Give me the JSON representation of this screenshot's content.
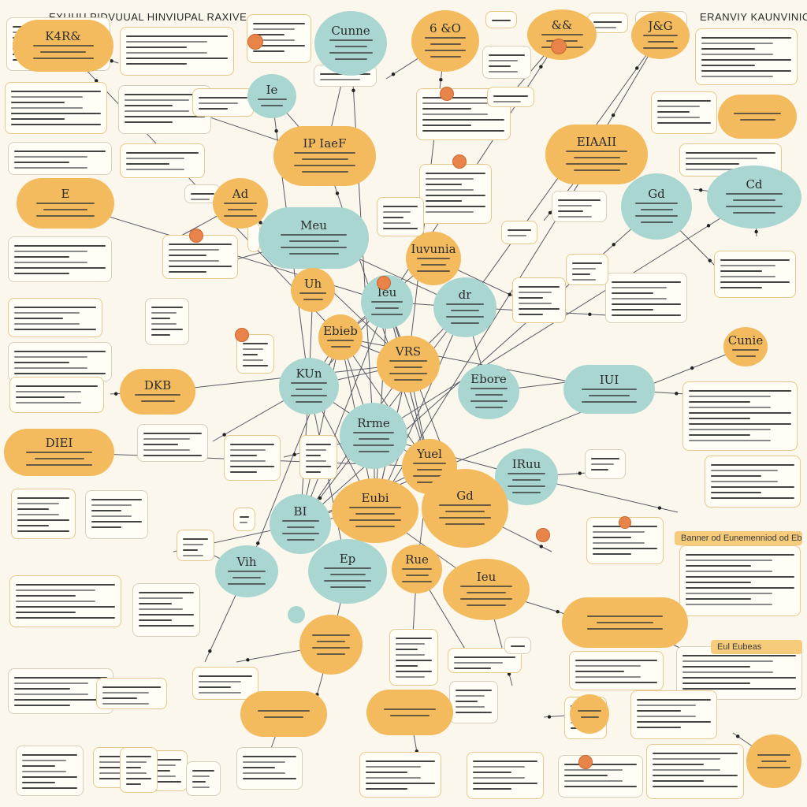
{
  "header": {
    "title_left": "EXUUU PIDVUUAL HINVIUPAL RAXIVE",
    "title_right": "ERANVIY KAUNVINICIAES"
  },
  "strips": {
    "right_mid": "Banner od Eunemenniod od Ebor",
    "right_low": "Eul Eubeas"
  },
  "bubbles": [
    {
      "label": "Cunne"
    },
    {
      "label": "6 &O"
    },
    {
      "label": "&&"
    },
    {
      "label": "J&G"
    },
    {
      "label": "K4R&"
    },
    {
      "label": "Ie"
    },
    {
      "label": "IP IaeF"
    },
    {
      "label": "EIAAII"
    },
    {
      "label": "Gd"
    },
    {
      "label": "Cd"
    },
    {
      "label": "Ad"
    },
    {
      "label": "E"
    },
    {
      "label": "Meu"
    },
    {
      "label": "Iuvunia"
    },
    {
      "label": "Uh"
    },
    {
      "label": "Ieu"
    },
    {
      "label": "dr"
    },
    {
      "label": "Cunie"
    },
    {
      "label": "Ebieb"
    },
    {
      "label": "DKB"
    },
    {
      "label": "VRS"
    },
    {
      "label": "Ebore"
    },
    {
      "label": "IUI"
    },
    {
      "label": "KUn"
    },
    {
      "label": "DIEI"
    },
    {
      "label": "Rrme"
    },
    {
      "label": "Yuel"
    },
    {
      "label": "IRuu"
    },
    {
      "label": "Eubi"
    },
    {
      "label": "Gd"
    },
    {
      "label": "BI"
    },
    {
      "label": "Vih"
    },
    {
      "label": "Ep"
    },
    {
      "label": "Rue"
    },
    {
      "label": "Ieu"
    }
  ],
  "colors": {
    "orange": "#f3bb5e",
    "teal": "#a9d6d0",
    "card_border": "#e7c88a",
    "background": "#fbf7ec"
  }
}
